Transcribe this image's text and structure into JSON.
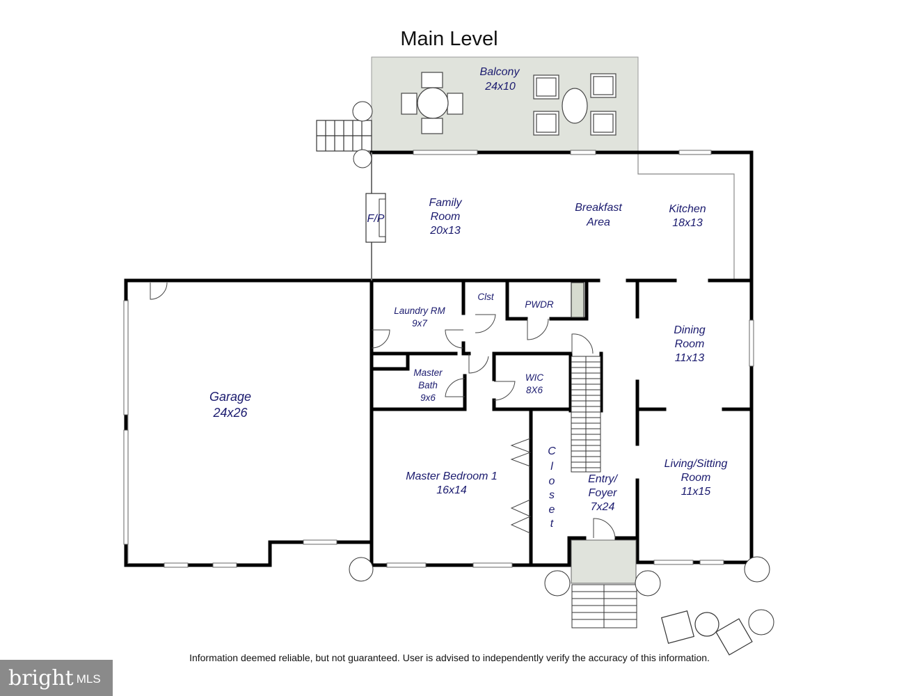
{
  "title": "Main Level",
  "disclaimer": "Information deemed reliable, but not guaranteed.  User is advised to independently verify the accuracy of this information.",
  "logo": {
    "brand": "bright",
    "suffix": "MLS"
  },
  "colors": {
    "wall": "#000000",
    "label": "#1a1a6e",
    "balcony": "#e0e3dc",
    "logo_bg": "#8a8a8a"
  },
  "rooms": {
    "balcony": {
      "name": "Balcony",
      "size": "24x10"
    },
    "family": {
      "name1": "Family",
      "name2": "Room",
      "size": "20x13"
    },
    "fp": {
      "name": "F/P"
    },
    "breakfast": {
      "name1": "Breakfast",
      "name2": "Area"
    },
    "kitchen": {
      "name": "Kitchen",
      "size": "18x13"
    },
    "laundry": {
      "name": "Laundry RM",
      "size": "9x7"
    },
    "clst": {
      "name": "Clst"
    },
    "pwdr": {
      "name": "PWDR"
    },
    "dining": {
      "name1": "Dining",
      "name2": "Room",
      "size": "11x13"
    },
    "garage": {
      "name": "Garage",
      "size": "24x26"
    },
    "master_bath": {
      "name1": "Master",
      "name2": "Bath",
      "size": "9x6"
    },
    "wic": {
      "name": "WIC",
      "size": "8X6"
    },
    "master_bed": {
      "name": "Master Bedroom 1",
      "size": "16x14"
    },
    "closet": {
      "letters": [
        "C",
        "l",
        "o",
        "s",
        "e",
        "t"
      ]
    },
    "entry": {
      "name1": "Entry/",
      "name2": "Foyer",
      "size": "7x24"
    },
    "living": {
      "name1": "Living/Sitting",
      "name2": "Room",
      "size": "11x15"
    }
  }
}
